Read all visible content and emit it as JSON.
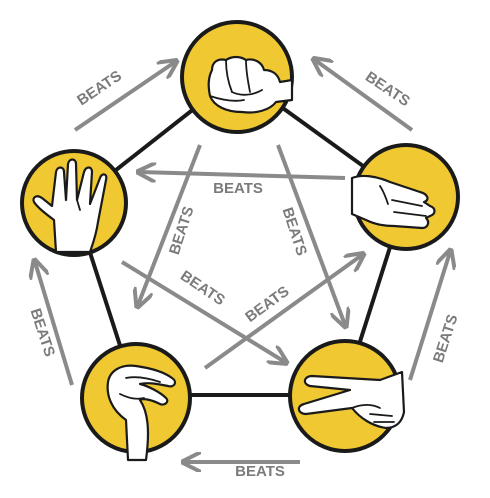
{
  "diagram": {
    "colors": {
      "circle_fill": "#f0c832",
      "circle_stroke": "#1a1a1a",
      "pentagon_stroke": "#1a1a1a",
      "arrow": "#8a8a8a",
      "label": "#7b7b7b"
    },
    "nodes": [
      {
        "id": "rock",
        "icon": "fist-hand-icon"
      },
      {
        "id": "paper",
        "icon": "flat-hand-icon"
      },
      {
        "id": "scissors",
        "icon": "scissors-hand-icon"
      },
      {
        "id": "lizard",
        "icon": "lizard-hand-icon"
      },
      {
        "id": "spock",
        "icon": "vulcan-salute-hand-icon"
      }
    ],
    "relations": [
      {
        "label": "BEATS"
      },
      {
        "label": "BEATS"
      },
      {
        "label": "BEATS"
      },
      {
        "label": "BEATS"
      },
      {
        "label": "BEATS"
      },
      {
        "label": "BEATS"
      },
      {
        "label": "BEATS"
      },
      {
        "label": "BEATS"
      },
      {
        "label": "BEATS"
      },
      {
        "label": "BEATS"
      }
    ]
  }
}
